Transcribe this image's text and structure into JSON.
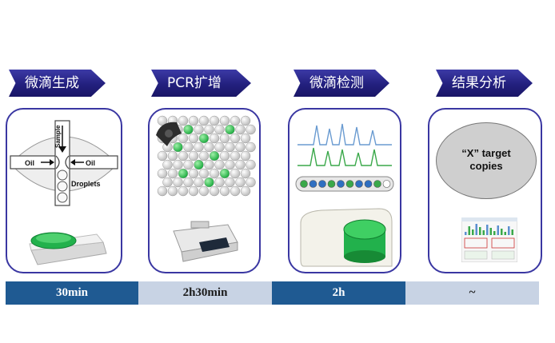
{
  "steps": [
    {
      "label": "微滴生成",
      "time": "30min"
    },
    {
      "label": "PCR扩增",
      "time": "2h30min"
    },
    {
      "label": "微滴检测",
      "time": "2h"
    },
    {
      "label": "结果分析",
      "time": "~"
    }
  ],
  "droplet_diagram": {
    "sample_label": "Sample",
    "oil_left": "Oil",
    "oil_right": "Oil",
    "droplets_label": "Droplets"
  },
  "result_circle": {
    "line1": "“X” target",
    "line2": "copies"
  },
  "colors": {
    "banner": "#23207e",
    "panel_border": "#3a37a2",
    "time_dark": "#1f5a92",
    "time_light": "#c8d3e4",
    "green": "#22b14c"
  }
}
